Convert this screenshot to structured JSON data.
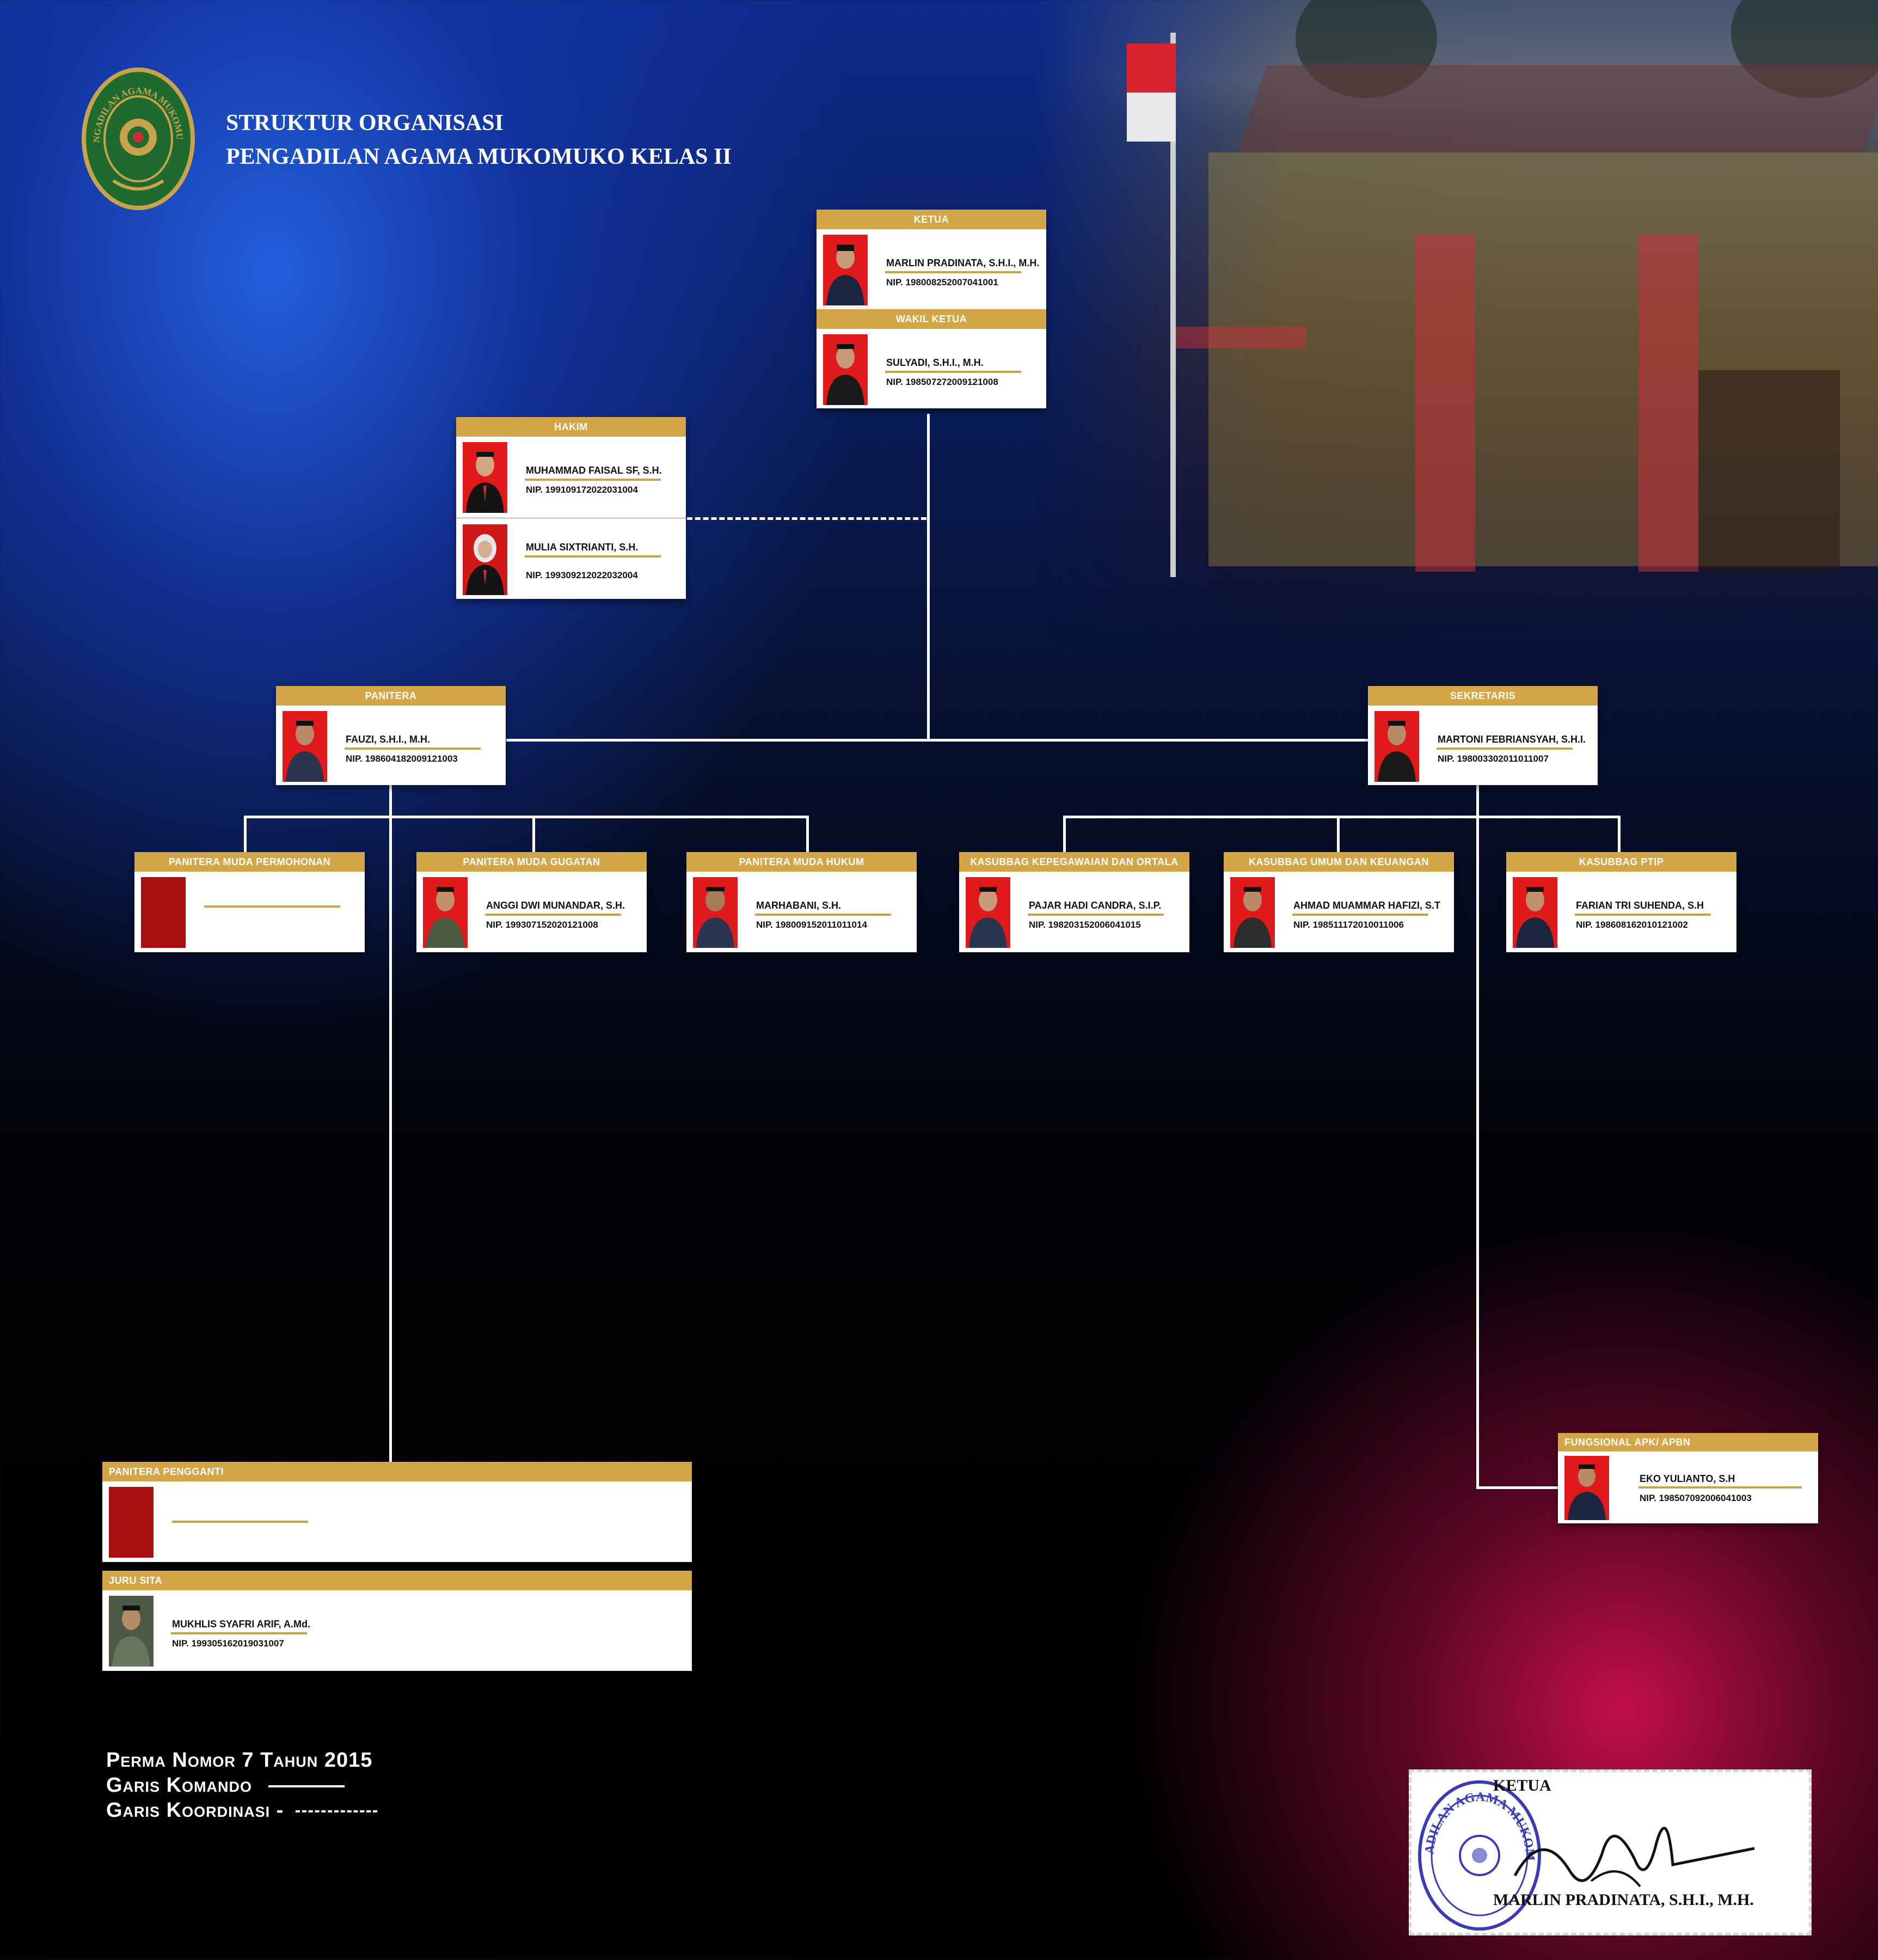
{
  "header": {
    "line1": "STRUKTUR ORGANISASI",
    "line2": "PENGADILAN AGAMA MUKOMUKO KELAS II",
    "logo_text": "PENGADILAN AGAMA MUKOMUKO"
  },
  "colors": {
    "card_header": "#d4a647",
    "name_underline": "#c9a24c",
    "bg_blue": "#235fdc",
    "bg_magenta": "#cd0f50"
  },
  "ketua": {
    "title": "KETUA",
    "name": "MARLIN PRADINATA, S.H.I., M.H.",
    "nip": "NIP. 198008252007041001"
  },
  "wakil": {
    "title": "WAKIL KETUA",
    "name": "SULYADI, S.H.I., M.H.",
    "nip": "NIP. 198507272009121008"
  },
  "hakim": {
    "title": "HAKIM",
    "members": [
      {
        "name": "MUHAMMAD FAISAL SF, S.H.",
        "nip": "NIP. 199109172022031004"
      },
      {
        "name": "MULIA SIXTRIANTI, S.H.",
        "nip": "NIP. 199309212022032004"
      }
    ]
  },
  "panitera": {
    "title": "PANITERA",
    "name": "FAUZI, S.H.I., M.H.",
    "nip": "NIP. 198604182009121003"
  },
  "sekretaris": {
    "title": "SEKRETARIS",
    "name": "MARTONI FEBRIANSYAH, S.H.I.",
    "nip": "NIP. 198003302011011007"
  },
  "pm_permohonan": {
    "title": "PANITERA MUDA PERMOHONAN"
  },
  "pm_gugatan": {
    "title": "PANITERA MUDA GUGATAN",
    "name": "ANGGI DWI MUNANDAR, S.H.",
    "nip": "NIP. 199307152020121008"
  },
  "pm_hukum": {
    "title": "PANITERA MUDA HUKUM",
    "name": "MARHABANI, S.H.",
    "nip": "NIP. 198009152011011014"
  },
  "kasubbag_kepeg": {
    "title": "KASUBBAG KEPEGAWAIAN DAN ORTALA",
    "name": "PAJAR HADI CANDRA, S.I.P.",
    "nip": "NIP. 198203152006041015"
  },
  "kasubbag_umum": {
    "title": "KASUBBAG UMUM DAN KEUANGAN",
    "name": "AHMAD MUAMMAR HAFIZI, S.T",
    "nip": "NIP. 198511172010011006"
  },
  "kasubbag_ptip": {
    "title": "KASUBBAG PTIP",
    "name": "FARIAN TRI SUHENDA, S.H",
    "nip": "NIP. 198608162010121002"
  },
  "panitera_pengganti": {
    "title": "PANITERA PENGGANTI"
  },
  "juru_sita": {
    "title": "JURU SITA",
    "name": "MUKHLIS SYAFRI ARIF, A.Md.",
    "nip": "NIP. 199305162019031007"
  },
  "fungsional": {
    "title": "FUNGSIONAL APK/ APBN",
    "name": "EKO YULIANTO, S.H",
    "nip": "NIP. 198507092006041003"
  },
  "legend": {
    "line1": "Perma Nomor 7 Tahun 2015",
    "line2": "Garis Komando",
    "line3": "Garis Koordinasi -"
  },
  "signature": {
    "title": "KETUA",
    "name": "MARLIN PRADINATA, S.H.I., M.H.",
    "stamp_text": "PENGADILAN AGAMA MUKOMUKO"
  }
}
